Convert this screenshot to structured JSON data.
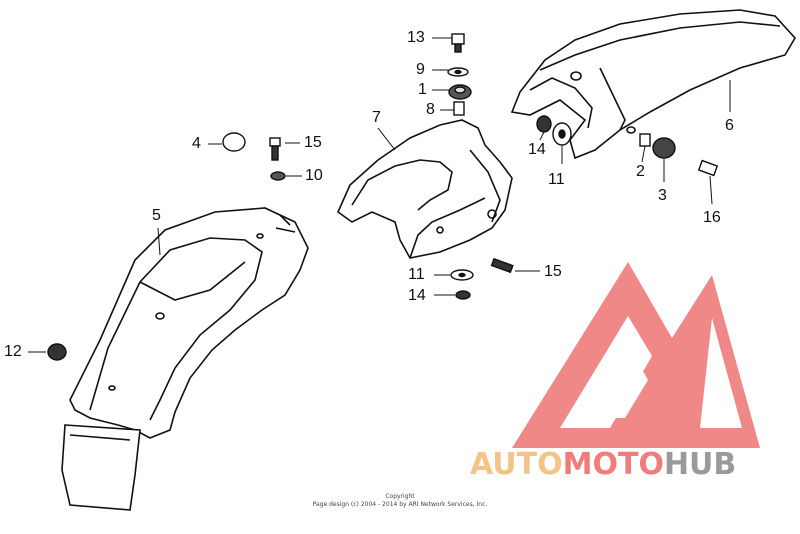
{
  "callouts": {
    "c13": "13",
    "c9": "9",
    "c1": "1",
    "c8": "8",
    "c7": "7",
    "c6": "6",
    "c4": "4",
    "c15a": "15",
    "c10": "10",
    "c14a": "14",
    "c11a": "11",
    "c2": "2",
    "c3": "3",
    "c16": "16",
    "c5": "5",
    "c12": "12",
    "c11b": "11",
    "c14b": "14",
    "c15b": "15"
  },
  "copyright": {
    "line1": "Copyright",
    "line2": "Page design (c) 2004 - 2014 by ARI Network Services, Inc."
  },
  "logo": {
    "part1": "AUTO",
    "part2": "MOTO",
    "part3": "HUB",
    "colors": {
      "red": "#f07c7c",
      "yellow": "#f2c488",
      "gray": "#9a9a9a"
    }
  }
}
